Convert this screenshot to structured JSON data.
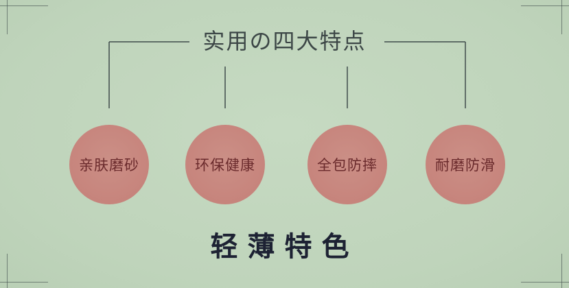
{
  "title": "实用の四大特点",
  "features": [
    {
      "label": "亲肤磨砂"
    },
    {
      "label": "环保健康"
    },
    {
      "label": "全包防摔"
    },
    {
      "label": "耐磨防滑"
    }
  ],
  "headline": "轻薄特色",
  "colors": {
    "background": "#c2d6bd",
    "circle_fill": "#c7857d",
    "circle_text": "#6a2a2c",
    "line": "#3e4a4a",
    "headline": "#1d2233"
  }
}
